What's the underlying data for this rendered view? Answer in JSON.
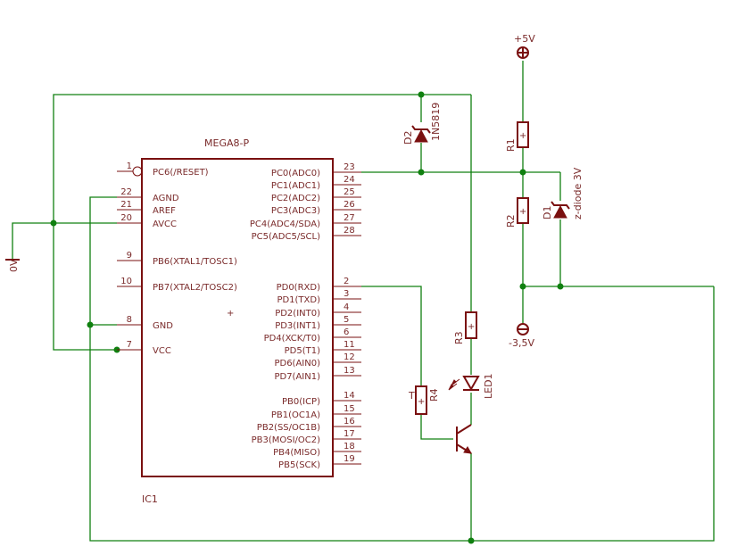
{
  "colors": {
    "wire": "#108010",
    "part": "#7a1010",
    "text": "#7a2a2a"
  },
  "ic": {
    "name": "MEGA8-P",
    "ref": "IC1",
    "left_pins": [
      {
        "num": "1",
        "name": "PC6(/RESET)"
      },
      {
        "num": "22",
        "name": "AGND"
      },
      {
        "num": "21",
        "name": "AREF"
      },
      {
        "num": "20",
        "name": "AVCC"
      },
      {
        "num": "9",
        "name": "PB6(XTAL1/TOSC1)"
      },
      {
        "num": "10",
        "name": "PB7(XTAL2/TOSC2)"
      },
      {
        "num": "8",
        "name": "GND"
      },
      {
        "num": "7",
        "name": "VCC"
      }
    ],
    "right_pins": [
      {
        "num": "23",
        "name": "PC0(ADC0)"
      },
      {
        "num": "24",
        "name": "PC1(ADC1)"
      },
      {
        "num": "25",
        "name": "PC2(ADC2)"
      },
      {
        "num": "26",
        "name": "PC3(ADC3)"
      },
      {
        "num": "27",
        "name": "PC4(ADC4/SDA)"
      },
      {
        "num": "28",
        "name": "PC5(ADC5/SCL)"
      },
      {
        "num": "2",
        "name": "PD0(RXD)"
      },
      {
        "num": "3",
        "name": "PD1(TXD)"
      },
      {
        "num": "4",
        "name": "PD2(INT0)"
      },
      {
        "num": "5",
        "name": "PD3(INT1)"
      },
      {
        "num": "6",
        "name": "PD4(XCK/T0)"
      },
      {
        "num": "11",
        "name": "PD5(T1)"
      },
      {
        "num": "12",
        "name": "PD6(AIN0)"
      },
      {
        "num": "13",
        "name": "PD7(AIN1)"
      },
      {
        "num": "14",
        "name": "PB0(ICP)"
      },
      {
        "num": "15",
        "name": "PB1(OC1A)"
      },
      {
        "num": "16",
        "name": "PB2(SS/OC1B)"
      },
      {
        "num": "17",
        "name": "PB3(MOSI/OC2)"
      },
      {
        "num": "18",
        "name": "PB4(MISO)"
      },
      {
        "num": "19",
        "name": "PB5(SCK)"
      }
    ]
  },
  "labels": {
    "supply_pos": "+5V",
    "supply_neg": "-3,5V",
    "ground": "0V",
    "r1": "R1",
    "r2": "R2",
    "r3": "R3",
    "r4": "R4",
    "d1": "D1",
    "d1_value": "z-diode 3V",
    "d2": "D2",
    "d2_value": "1N5819",
    "led1": "LED1",
    "transistor": "T"
  }
}
